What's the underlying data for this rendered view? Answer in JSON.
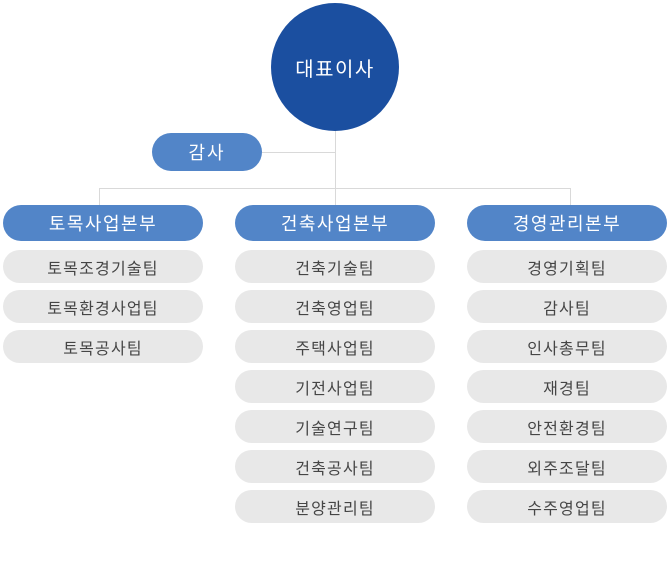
{
  "org_chart": {
    "ceo": {
      "label": "대표이사",
      "shape": "circle",
      "color": "#1b4fa0"
    },
    "audit": {
      "label": "감사",
      "shape": "pill",
      "color": "#5285c8"
    },
    "divisions": [
      {
        "header": "토목사업본부",
        "color": "#5285c8",
        "teams": [
          "토목조경기술팀",
          "토목환경사업팀",
          "토목공사팀"
        ]
      },
      {
        "header": "건축사업본부",
        "color": "#5285c8",
        "teams": [
          "건축기술팀",
          "건축영업팀",
          "주택사업팀",
          "기전사업팀",
          "기술연구팀",
          "건축공사팀",
          "분양관리팀"
        ]
      },
      {
        "header": "경영관리본부",
        "color": "#5285c8",
        "teams": [
          "경영기획팀",
          "감사팀",
          "인사총무팀",
          "재경팀",
          "안전환경팀",
          "외주조달팀",
          "수주영업팀"
        ]
      }
    ],
    "colors": {
      "ceo_navy": "#1b4fa0",
      "division_blue": "#5285c8",
      "team_gray": "#e8e8e8",
      "team_text": "#454545",
      "connector": "#d9d9d9",
      "background": "#ffffff"
    }
  }
}
